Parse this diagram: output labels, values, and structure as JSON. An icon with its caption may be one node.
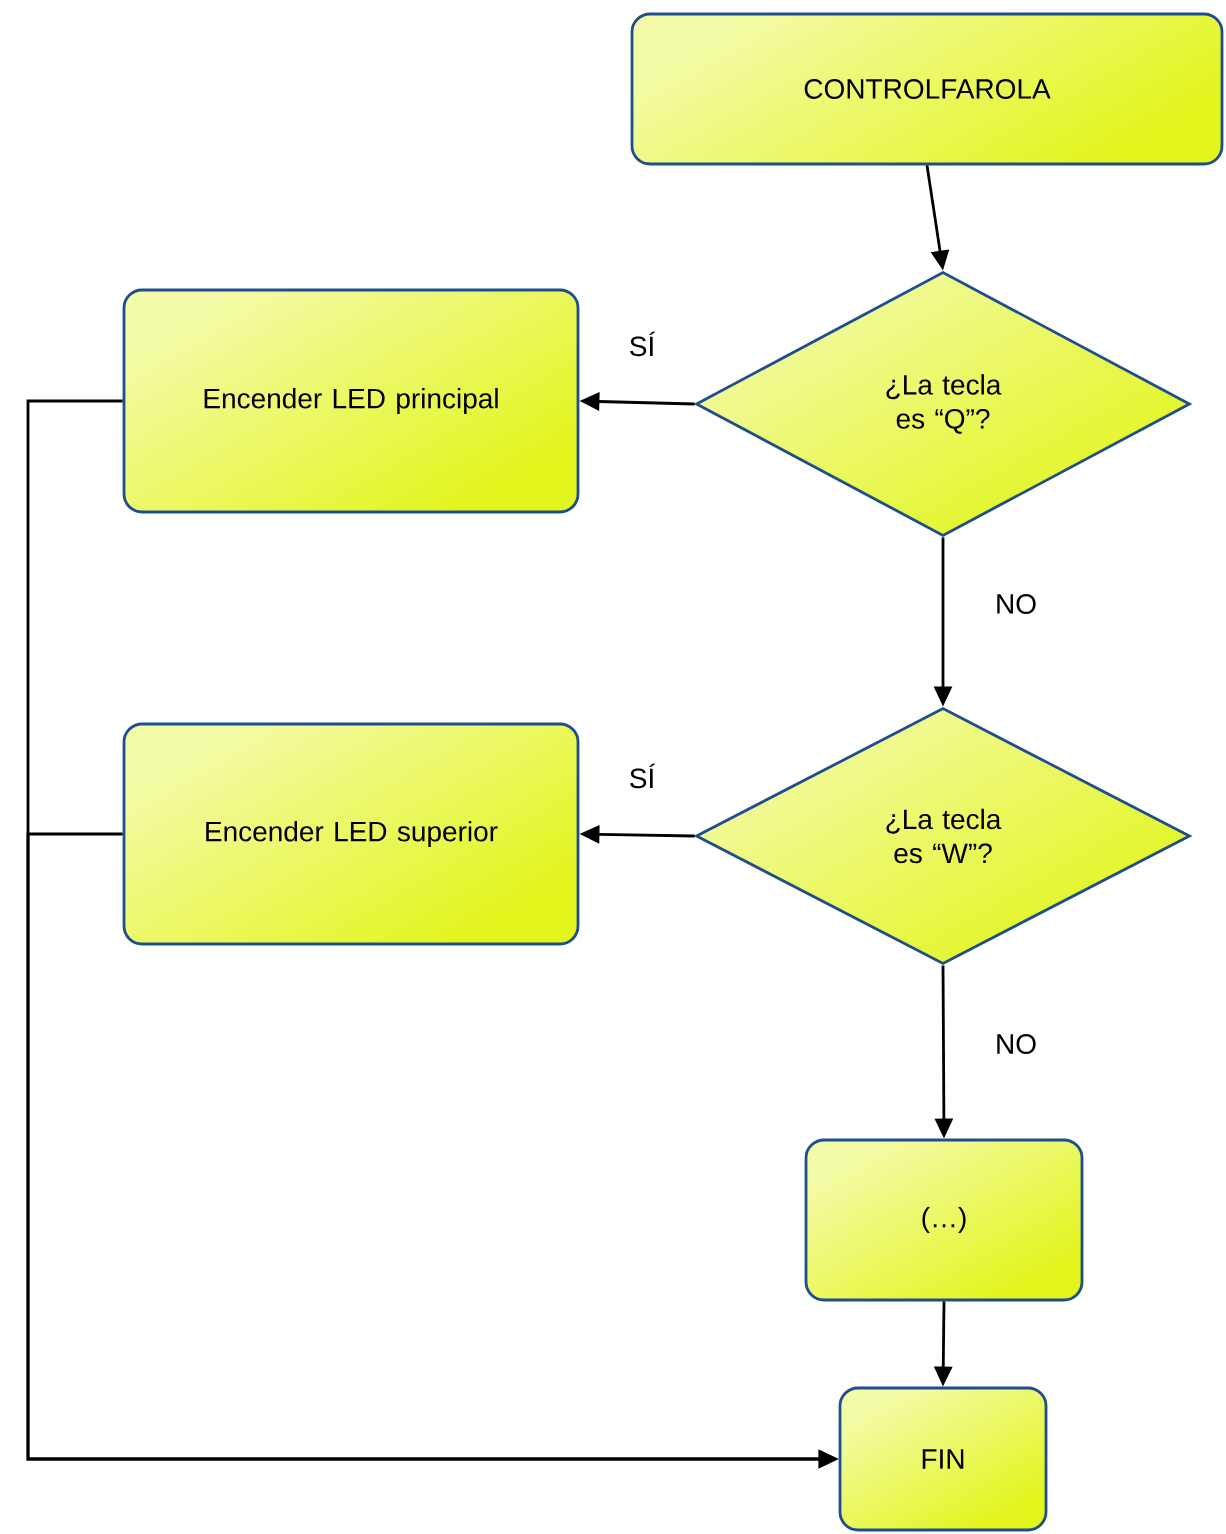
{
  "diagram": {
    "nodes": [
      {
        "text": [
          "CONTROLFAROLA"
        ]
      },
      {
        "text": [
          "¿La tecla es “Q”?"
        ]
      },
      {
        "text": [
          "Encender LED principal"
        ]
      },
      {
        "text": [
          "¿La tecla es “W”?"
        ]
      },
      {
        "text": [
          "Encender LED superior"
        ]
      },
      {
        "text": [
          "(…)"
        ]
      },
      {
        "text": [
          "FIN"
        ]
      }
    ],
    "edges": [
      {
        "from": 0,
        "to": 1,
        "arrow": "to"
      },
      {
        "from": 1,
        "to": 2,
        "arrow": "to",
        "label": "SÍ"
      },
      {
        "from": 1,
        "to": 3,
        "arrow": "to",
        "label": "NO"
      },
      {
        "from": 3,
        "to": 4,
        "arrow": "to",
        "label": "SÍ"
      },
      {
        "from": 3,
        "to": 5,
        "arrow": "to",
        "label": "NO"
      },
      {
        "from": 5,
        "to": 6,
        "arrow": "to"
      },
      {
        "from": 2,
        "to": 6,
        "arrow": "to"
      },
      {
        "from": 4,
        "to": 6,
        "arrow": "to"
      }
    ]
  }
}
